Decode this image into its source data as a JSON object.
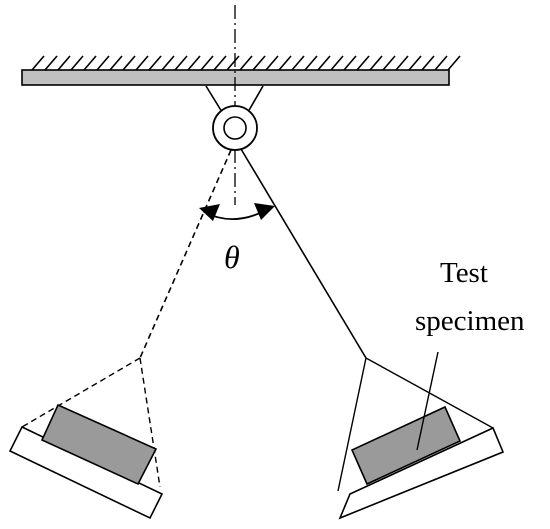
{
  "angle_symbol": "θ",
  "specimen_label": {
    "line1": "Test",
    "line2": "specimen"
  },
  "colors": {
    "stroke": "#000000",
    "ceiling_fill": "#c0c0c0",
    "specimen_fill": "#9a9a9a",
    "background": "#ffffff"
  }
}
